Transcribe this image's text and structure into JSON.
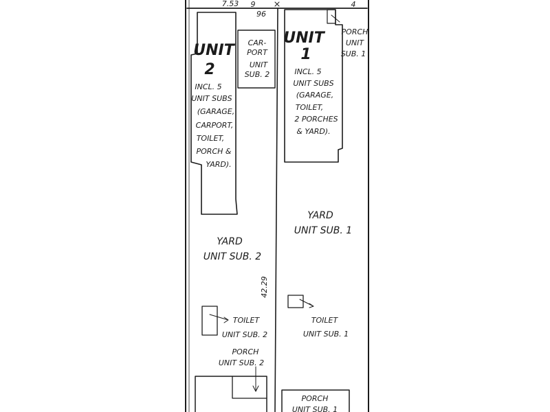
{
  "top_boundary": {
    "dimension": "7.53",
    "mark_left": "9",
    "mark_mid": "96",
    "mark_right": "4"
  },
  "unit2": {
    "title_line1": "UNIT",
    "title_line2": "2",
    "desc": [
      "INCL. 5",
      "UNIT SUBS",
      "(GARAGE,",
      "CARPORT,",
      "TOILET,",
      "PORCH &",
      "YARD)."
    ]
  },
  "carport": {
    "lines": [
      "CAR-",
      "PORT",
      "UNIT",
      "SUB. 2"
    ]
  },
  "unit1": {
    "title_line1": "UNIT",
    "title_line2": "1",
    "desc": [
      "INCL. 5",
      "UNIT SUBS",
      "(GARAGE,",
      "TOILET,",
      "2 PORCHES",
      "& YARD)."
    ]
  },
  "porch_unit1_top": {
    "lines": [
      "PORCH",
      "UNIT",
      "SUB. 1"
    ]
  },
  "yard_unit1": {
    "lines": [
      "YARD",
      "UNIT SUB. 1"
    ]
  },
  "yard_unit2": {
    "lines": [
      "YARD",
      "UNIT SUB. 2"
    ]
  },
  "centre_dimension": "42.29",
  "toilet_unit2": {
    "lines": [
      "TOILET",
      "UNIT SUB. 2"
    ]
  },
  "toilet_unit1": {
    "lines": [
      "TOILET",
      "UNIT SUB. 1"
    ]
  },
  "porch_unit2": {
    "lines": [
      "PORCH",
      "UNIT SUB. 2"
    ]
  },
  "porch_unit1_bottom": {
    "lines": [
      "PORCH",
      "UNIT SUB. 1"
    ]
  }
}
